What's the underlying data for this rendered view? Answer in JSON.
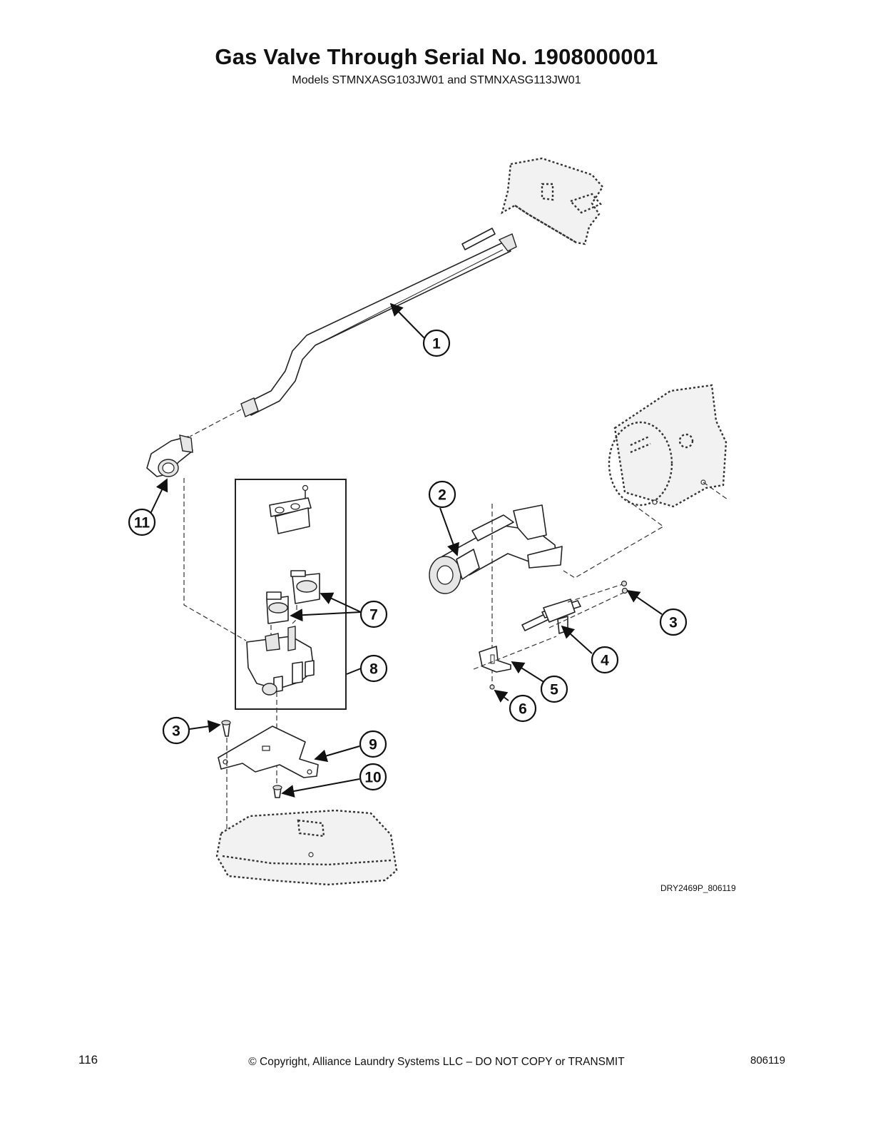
{
  "header": {
    "title": "Gas Valve Through Serial No. 1908000001",
    "subtitle": "Models STMNXASG103JW01 and STMNXASG113JW01"
  },
  "diagram": {
    "drawing_code": "DRY2469P_806119",
    "callouts": [
      {
        "number": "1",
        "part": "gas-supply-pipe"
      },
      {
        "number": "2",
        "part": "burner-assembly"
      },
      {
        "number": "3",
        "part": "screw-igniter"
      },
      {
        "number": "4",
        "part": "igniter"
      },
      {
        "number": "5",
        "part": "igniter-bracket"
      },
      {
        "number": "6",
        "part": "screw-bracket"
      },
      {
        "number": "7",
        "part": "valve-coils"
      },
      {
        "number": "8",
        "part": "gas-valve-kit"
      },
      {
        "number": "3",
        "part": "screw-valve-bracket"
      },
      {
        "number": "9",
        "part": "valve-bracket"
      },
      {
        "number": "10",
        "part": "screw-base"
      },
      {
        "number": "11",
        "part": "elbow-fitting"
      }
    ]
  },
  "footer": {
    "page_number": "116",
    "copyright": "© Copyright, Alliance Laundry Systems LLC – DO NOT COPY or TRANSMIT",
    "doc_number": "806119"
  }
}
